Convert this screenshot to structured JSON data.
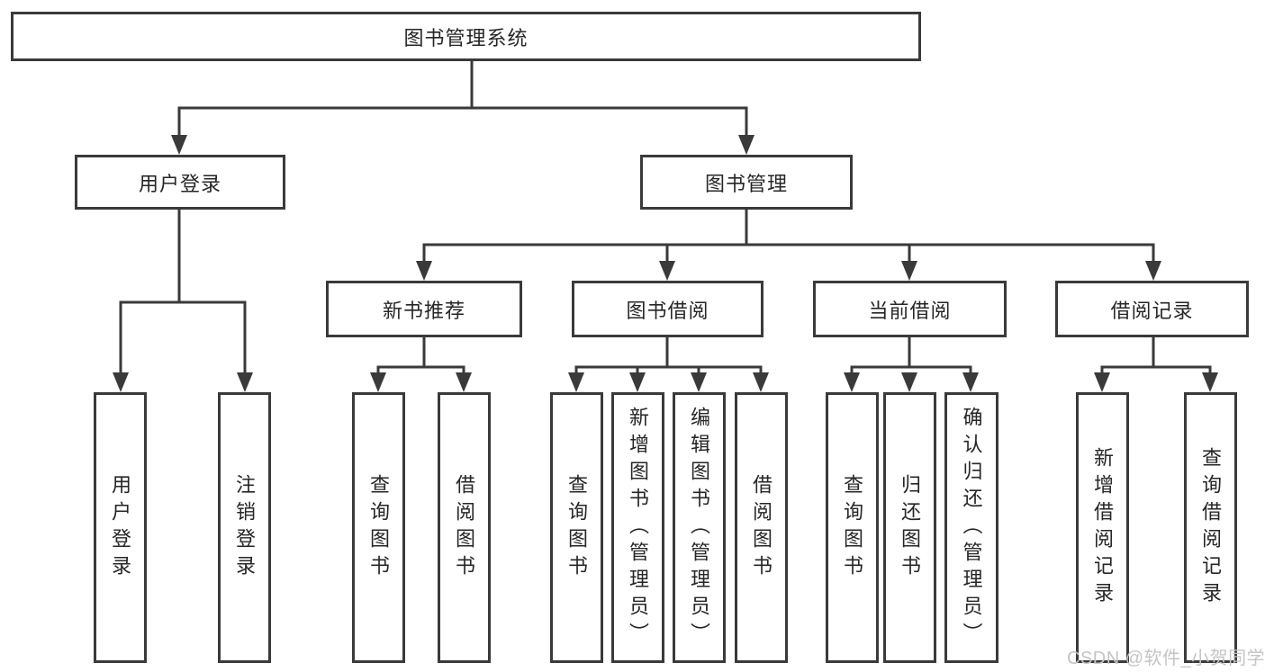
{
  "diagram": {
    "type": "tree",
    "root": {
      "label": "图书管理系统"
    },
    "level2": [
      {
        "label": "用户登录",
        "parent": "图书管理系统"
      },
      {
        "label": "图书管理",
        "parent": "图书管理系统"
      }
    ],
    "level3": [
      {
        "label": "新书推荐",
        "parent": "图书管理"
      },
      {
        "label": "图书借阅",
        "parent": "图书管理"
      },
      {
        "label": "当前借阅",
        "parent": "图书管理"
      },
      {
        "label": "借阅记录",
        "parent": "图书管理"
      }
    ],
    "leaves": [
      {
        "label": "用户登录",
        "parent": "用户登录"
      },
      {
        "label": "注销登录",
        "parent": "用户登录"
      },
      {
        "label": "查询图书",
        "parent": "新书推荐"
      },
      {
        "label": "借阅图书",
        "parent": "新书推荐"
      },
      {
        "label": "查询图书",
        "parent": "图书借阅"
      },
      {
        "label": "新增图书（管理员）",
        "parent": "图书借阅"
      },
      {
        "label": "编辑图书（管理员）",
        "parent": "图书借阅"
      },
      {
        "label": "借阅图书",
        "parent": "图书借阅"
      },
      {
        "label": "查询图书",
        "parent": "当前借阅"
      },
      {
        "label": "归还图书",
        "parent": "当前借阅"
      },
      {
        "label": "确认归还（管理员）",
        "parent": "当前借阅"
      },
      {
        "label": "新增借阅记录",
        "parent": "借阅记录"
      },
      {
        "label": "查询借阅记录",
        "parent": "借阅记录"
      }
    ],
    "colors": {
      "line": "#3a3a3a",
      "box_border": "#3a3a3a",
      "box_fill": "#ffffff",
      "text": "#262626",
      "background": "#ffffff",
      "watermark": "#c4c4c4"
    }
  },
  "watermark": {
    "text": "CSDN @软件_小贺同学"
  }
}
